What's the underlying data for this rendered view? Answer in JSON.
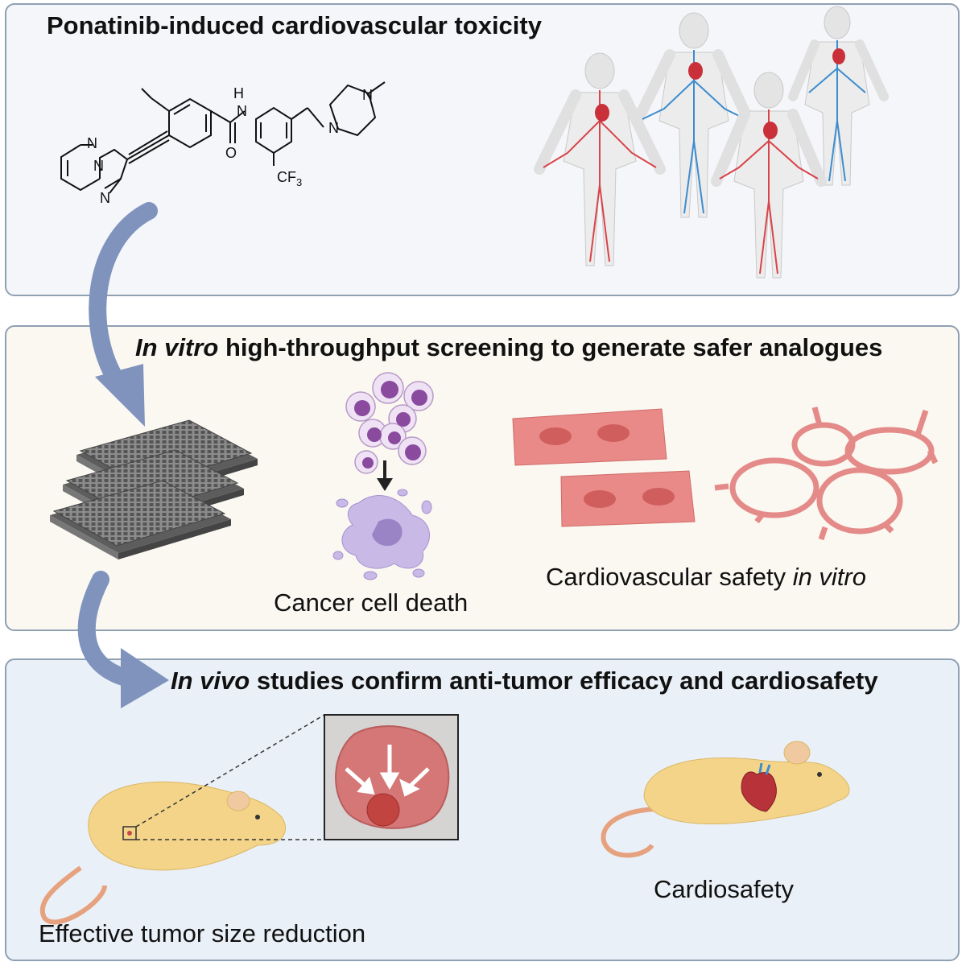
{
  "panels": {
    "toxicity": {
      "title": "Ponatinib-induced cardiovascular toxicity",
      "structure_atoms": {
        "n_pyridazine": "N",
        "n_bridge": "N",
        "n_imidazole": "N",
        "nh": "H",
        "n_amide": "N",
        "o": "O",
        "n_pip1": "N",
        "n_pip2": "N",
        "cf3_c": "CF",
        "cf3_sub": "3"
      }
    },
    "screening": {
      "title_italic": "In vitro",
      "title_rest": "high-throughput screening to generate safer analogues",
      "cancer_label": "Cancer cell death",
      "cardio_label_plain": "Cardiovascular safety ",
      "cardio_label_italic": "in vitro"
    },
    "invivo": {
      "title_italic": "In vivo",
      "title_rest": "studies confirm anti-tumor efficacy and cardiosafety",
      "tumor_label": "Effective tumor size reduction",
      "cardiosafety_label": "Cardiosafety"
    }
  },
  "colors": {
    "arrow": "#7f93bd",
    "artery": "#d9434a",
    "vein": "#3d8ccf",
    "cancer_cell": "#8a4a9e",
    "dead_cell": "#b7a4dc",
    "cardiomyocyte": "#e98a88",
    "mouse_body": "#f3d489",
    "tumor": "#c84a47"
  }
}
